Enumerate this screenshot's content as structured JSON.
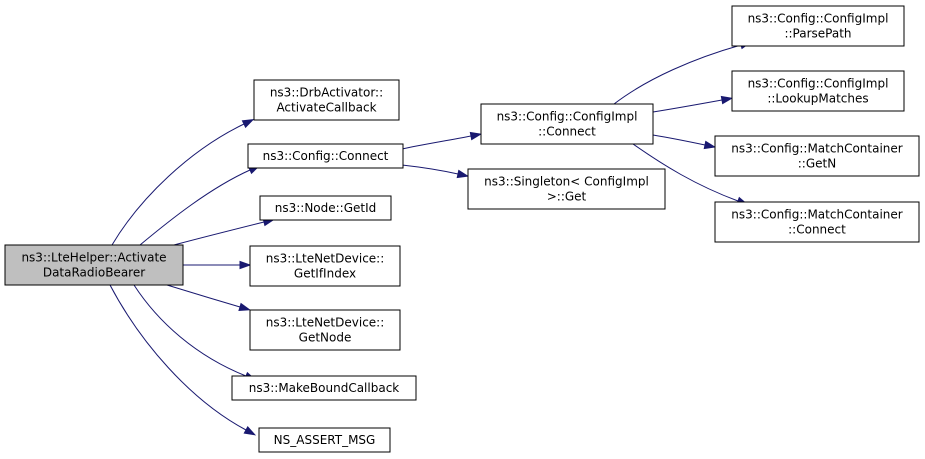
{
  "nodes": [
    {
      "id": "root",
      "lines": [
        "ns3::LteHelper::Activate",
        "DataRadioBearer"
      ]
    },
    {
      "id": "drb",
      "lines": [
        "ns3::DrbActivator::",
        "ActivateCallback"
      ]
    },
    {
      "id": "cfgconnect",
      "lines": [
        "ns3::Config::Connect"
      ]
    },
    {
      "id": "nodegetid",
      "lines": [
        "ns3::Node::GetId"
      ]
    },
    {
      "id": "ltegetif",
      "lines": [
        "ns3::LteNetDevice::",
        "GetIfIndex"
      ]
    },
    {
      "id": "ltegetnode",
      "lines": [
        "ns3::LteNetDevice::",
        "GetNode"
      ]
    },
    {
      "id": "makebound",
      "lines": [
        "ns3::MakeBoundCallback"
      ]
    },
    {
      "id": "assert",
      "lines": [
        "NS_ASSERT_MSG"
      ]
    },
    {
      "id": "implconnect",
      "lines": [
        "ns3::Config::ConfigImpl",
        "::Connect"
      ]
    },
    {
      "id": "singleton",
      "lines": [
        "ns3::Singleton< ConfigImpl",
        ">::Get"
      ]
    },
    {
      "id": "parsepath",
      "lines": [
        "ns3::Config::ConfigImpl",
        "::ParsePath"
      ]
    },
    {
      "id": "lookup",
      "lines": [
        "ns3::Config::ConfigImpl",
        "::LookupMatches"
      ]
    },
    {
      "id": "getn",
      "lines": [
        "ns3::Config::MatchContainer",
        "::GetN"
      ]
    },
    {
      "id": "mcconnect",
      "lines": [
        "ns3::Config::MatchContainer",
        "::Connect"
      ]
    }
  ],
  "edges": [
    {
      "from": "root",
      "to": "drb"
    },
    {
      "from": "root",
      "to": "cfgconnect"
    },
    {
      "from": "root",
      "to": "nodegetid"
    },
    {
      "from": "root",
      "to": "ltegetif"
    },
    {
      "from": "root",
      "to": "ltegetnode"
    },
    {
      "from": "root",
      "to": "makebound"
    },
    {
      "from": "root",
      "to": "assert"
    },
    {
      "from": "cfgconnect",
      "to": "implconnect"
    },
    {
      "from": "cfgconnect",
      "to": "singleton"
    },
    {
      "from": "implconnect",
      "to": "parsepath"
    },
    {
      "from": "implconnect",
      "to": "lookup"
    },
    {
      "from": "implconnect",
      "to": "getn"
    },
    {
      "from": "implconnect",
      "to": "mcconnect"
    }
  ],
  "colors": {
    "edge": "#191970",
    "root_fill": "#bfbfbf",
    "box_fill": "#ffffff",
    "box_stroke": "#000000"
  }
}
